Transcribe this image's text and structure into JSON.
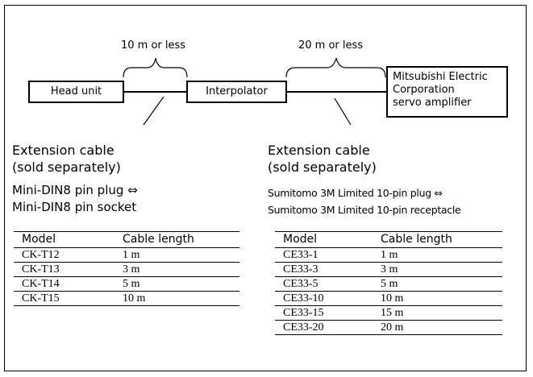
{
  "units": {
    "head": "Head unit",
    "interpolator": "Interpolator",
    "servo": [
      "Mitsubishi Electric",
      "Corporation",
      "servo amplifier"
    ]
  },
  "distances": {
    "left": "10 m or less",
    "right": "20 m or less"
  },
  "left_cable": {
    "title": [
      "Extension cable",
      "(sold separately)"
    ],
    "connector": [
      "Mini-DIN8 pin plug ⇔",
      "Mini-DIN8 pin socket"
    ],
    "headers": [
      "Model",
      "Cable length"
    ],
    "rows": [
      [
        "CK-T12",
        "1 m"
      ],
      [
        "CK-T13",
        "3 m"
      ],
      [
        "CK-T14",
        "5 m"
      ],
      [
        "CK-T15",
        "10 m"
      ]
    ]
  },
  "right_cable": {
    "title": [
      "Extension cable",
      "(sold separately)"
    ],
    "connector": [
      "Sumitomo 3M Limited 10-pin plug ⇔",
      "Sumitomo 3M Limited 10-pin receptacle"
    ],
    "headers": [
      "Model",
      "Cable length"
    ],
    "rows": [
      [
        "CE33-1",
        "1 m"
      ],
      [
        "CE33-3",
        "3 m"
      ],
      [
        "CE33-5",
        "5 m"
      ],
      [
        "CE33-10",
        "10 m"
      ],
      [
        "CE33-15",
        "15 m"
      ],
      [
        "CE33-20",
        "20 m"
      ]
    ]
  }
}
